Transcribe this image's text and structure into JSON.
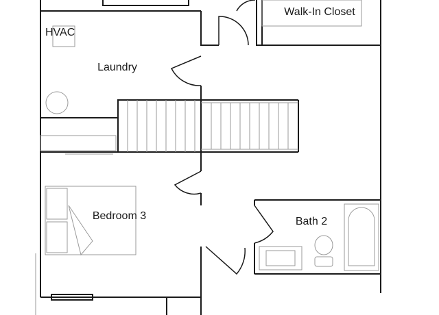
{
  "floorplan": {
    "rooms": {
      "walk_in_closet": "Walk-In Closet",
      "hvac": "HVAC",
      "laundry": "Laundry",
      "bedroom_3": "Bedroom 3",
      "bath_2": "Bath 2"
    },
    "colors": {
      "wall": "#1a1a1a",
      "fixture": "#9a9a9a",
      "background": "#ffffff"
    }
  }
}
